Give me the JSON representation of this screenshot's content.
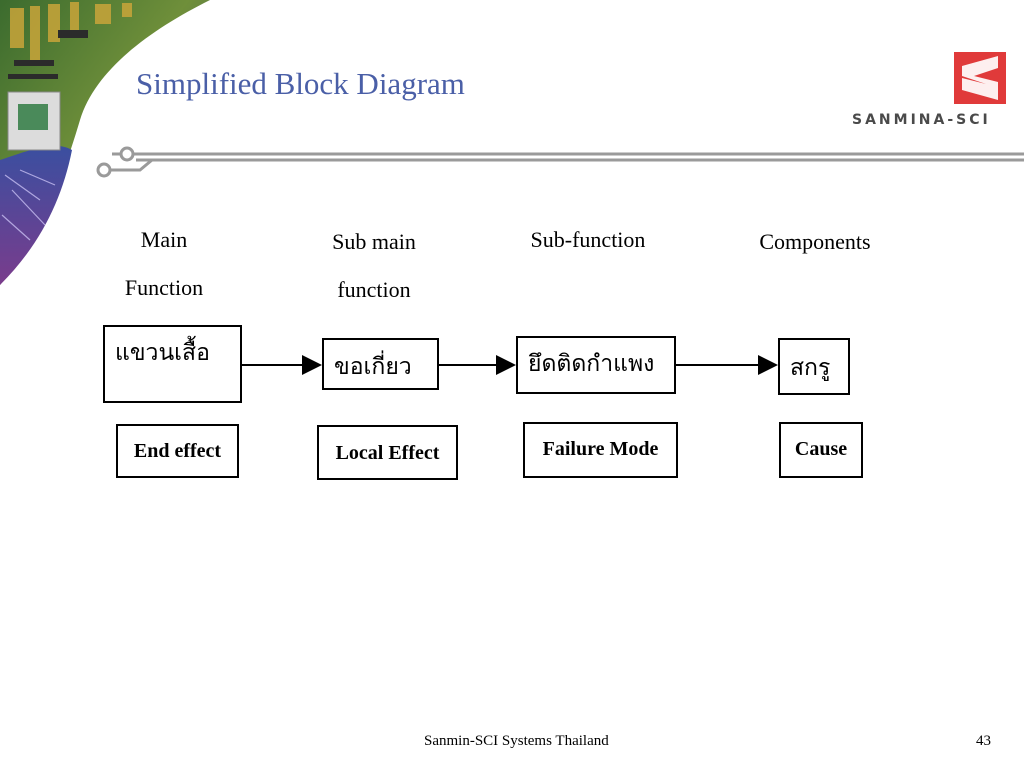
{
  "slide": {
    "title": "Simplified Block Diagram",
    "page_number": "43",
    "footer": "Sanmin-SCI Systems Thailand"
  },
  "logo": {
    "text": "SANMINA-SCI",
    "color": "#e03a3a"
  },
  "colors": {
    "title": "#4a5fa7",
    "rule": "#9a9a9a"
  },
  "columns": [
    {
      "heading_lines": [
        "Main",
        "Function"
      ],
      "block_text": "แขวนเสื้อ",
      "label": "End effect"
    },
    {
      "heading_lines": [
        "Sub main",
        "function"
      ],
      "block_text": "ขอเกี่ยว",
      "label": "Local Effect"
    },
    {
      "heading_lines": [
        "Sub-function"
      ],
      "block_text": "ยึดติดกำแพง",
      "label": "Failure Mode"
    },
    {
      "heading_lines": [
        "Components"
      ],
      "block_text": "สกรู",
      "label": "Cause"
    }
  ]
}
